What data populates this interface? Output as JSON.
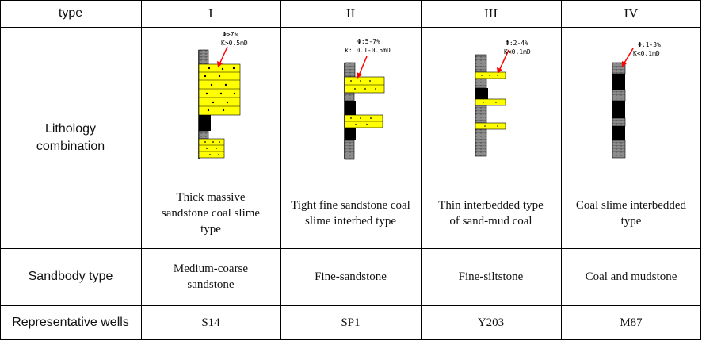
{
  "table": {
    "header": {
      "type_label": "type",
      "columns": [
        "I",
        "II",
        "III",
        "IV"
      ]
    },
    "rows": {
      "lithology_label_line1": "Lithology",
      "lithology_label_line2": "combination",
      "sandbody_label": "Sandbody type",
      "wells_label": "Representative wells"
    },
    "annotations": [
      {
        "phi": "Φ>7%",
        "k": "K>0.5mD"
      },
      {
        "phi": "Φ:5-7%",
        "k": "k: 0.1-0.5mD"
      },
      {
        "phi": "Φ:2-4%",
        "k": "K<0.1mD"
      },
      {
        "phi": "Φ:1-3%",
        "k": "K<0.1mD"
      }
    ],
    "combination_types": [
      {
        "line1": "Thick massive",
        "line2": "sandstone coal slime",
        "line3": "type"
      },
      {
        "line1": "Tight fine sandstone coal",
        "line2": "slime interbed type",
        "line3": ""
      },
      {
        "line1": "Thin interbedded type",
        "line2": "of sand-mud coal",
        "line3": ""
      },
      {
        "line1": "Coal slime interbedded",
        "line2": "type",
        "line3": ""
      }
    ],
    "sandbody_types": [
      {
        "line1": "Medium-coarse",
        "line2": "sandstone"
      },
      {
        "line1": "Fine-sandstone",
        "line2": ""
      },
      {
        "line1": "Fine-siltstone",
        "line2": ""
      },
      {
        "line1": "Coal and mudstone",
        "line2": ""
      }
    ],
    "wells": [
      "S14",
      "SP1",
      "Y203",
      "M87"
    ]
  },
  "colors": {
    "sandstone": "#ffff00",
    "coal": "#000000",
    "mudstone": "#8c8c8c",
    "arrow": "#ff0000"
  }
}
